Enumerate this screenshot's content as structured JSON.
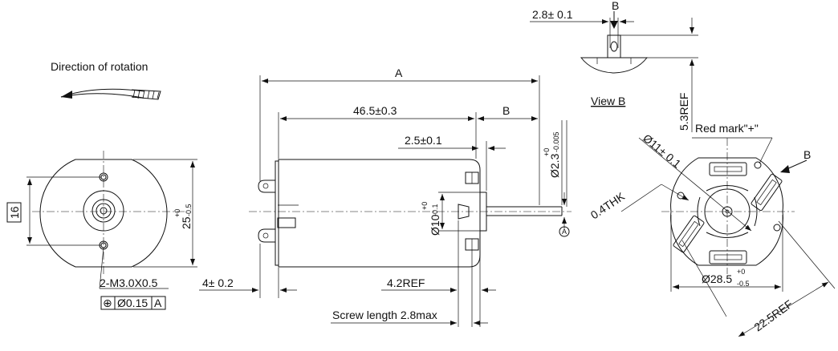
{
  "labels": {
    "direction": "Direction of rotation",
    "dia16": "16",
    "screw_spec": "2-M3.0X0.5",
    "gtol_sym": "⊕",
    "gtol_val": "Ø0.15",
    "gtol_ref": "A",
    "dim_25": "25",
    "dim_25_tol_up": "+0",
    "dim_25_tol_dn": "-0.5",
    "dim_A": "A",
    "dim_46_5": "46.5±0.3",
    "dim_B_side": "B",
    "dim_2_5": "2.5±0.1",
    "dim_shaft_dia": "Ø2.3",
    "dim_shaft_tol_up": "+0",
    "dim_shaft_tol_dn": "-0.005",
    "dim_boss_dia": "Ø10",
    "dim_boss_tol_up": "+0",
    "dim_boss_tol_dn": "-0.1",
    "datum_A": "A",
    "dim_4": "4± 0.2",
    "dim_4_2": "4.2REF",
    "screw_length": "Screw length 2.8max",
    "dim_2_8": "2.8± 0.1",
    "view_b_arrow": "B",
    "view_b": "View B",
    "dim_5_3": "5.3REF",
    "red_mark": "Red mark\"+\"",
    "dim_11": "Ø11± 0.1",
    "dim_0_4": "0.4THK",
    "arrow_B_right": "B",
    "dim_28_5": "Ø28.5",
    "dim_28_5_tol_up": "+0",
    "dim_28_5_tol_dn": "-0.5",
    "dim_22_5": "22.5REF"
  }
}
